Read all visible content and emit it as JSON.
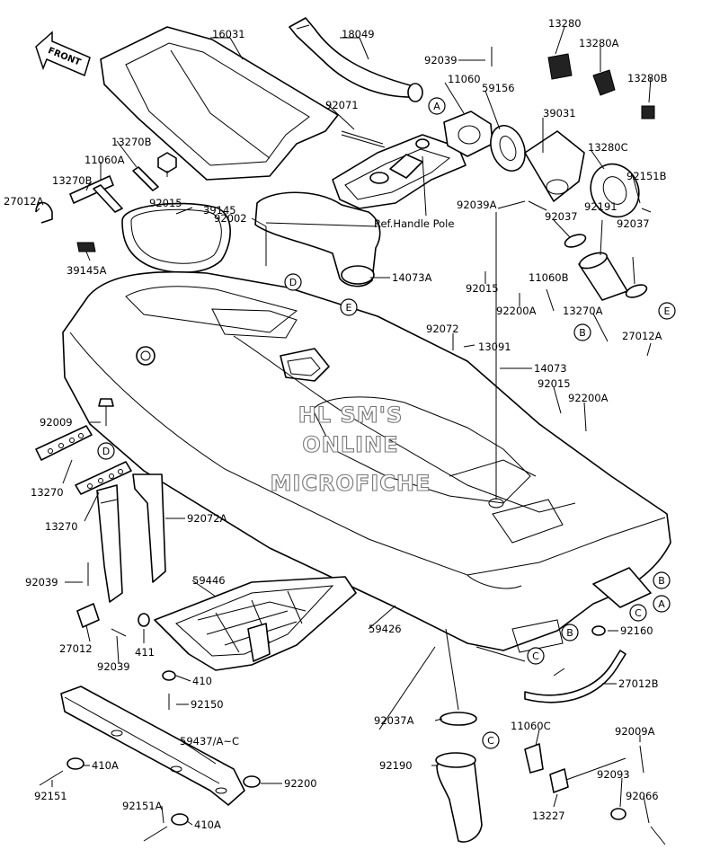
{
  "front_arrow": {
    "label": "FRONT"
  },
  "ref_note": "Ref.Handle Pole",
  "watermark": {
    "line1": "HL SM'S",
    "line2": "ONLINE",
    "line3": "MICROFICHE"
  },
  "callouts": {
    "a": "A",
    "b": "B",
    "c": "C",
    "d": "D",
    "e": "E"
  },
  "parts": {
    "p16031": "16031",
    "p18049": "18049",
    "p92039_top": "92039",
    "p13280": "13280",
    "p13280A": "13280A",
    "p13280B": "13280B",
    "p11060": "11060",
    "p59156": "59156",
    "p39031": "39031",
    "p13280C": "13280C",
    "p92151B": "92151B",
    "p92071": "92071",
    "p13270B_a": "13270B",
    "p11060A": "11060A",
    "p13270B_b": "13270B",
    "p27012A_l": "27012A",
    "p92015_l": "92015",
    "p39145": "39145",
    "p39145A": "39145A",
    "p92002": "92002",
    "p14073A": "14073A",
    "p92039A": "92039A",
    "p92037_a": "92037",
    "p92191": "92191",
    "p92037_b": "92037",
    "p92015_m": "92015",
    "p11060B": "11060B",
    "p92200A_a": "92200A",
    "p13270A": "13270A",
    "p92072": "92072",
    "p13091": "13091",
    "p27012A_r": "27012A",
    "p14073": "14073",
    "p92015_r": "92015",
    "p92200A_b": "92200A",
    "p92009": "92009",
    "p13270_a": "13270",
    "p13270_b": "13270",
    "p92072A": "92072A",
    "p92039_l": "92039",
    "p59446": "59446",
    "p27012": "27012",
    "p92039_b": "92039",
    "p411": "411",
    "p410": "410",
    "p92150": "92150",
    "p59426": "59426",
    "p92160": "92160",
    "p27012B": "27012B",
    "p59437": "59437/A~C",
    "p410A_a": "410A",
    "p92151": "92151",
    "p92151A": "92151A",
    "p410A_b": "410A",
    "p92200": "92200",
    "p92037A": "92037A",
    "p11060C": "11060C",
    "p92009A": "92009A",
    "p92190": "92190",
    "p92093": "92093",
    "p13227": "13227",
    "p92066": "92066"
  }
}
